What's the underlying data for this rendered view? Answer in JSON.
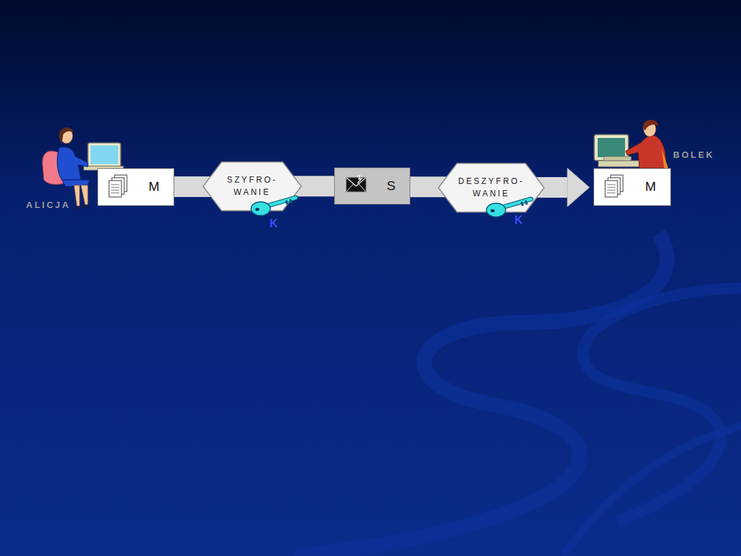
{
  "diagram": {
    "nodes": [
      {
        "text": [
          "M"
        ]
      },
      {
        "text": [
          "SZYFRO- WANIE"
        ]
      },
      {
        "text": [
          "S"
        ]
      },
      {
        "text": [
          "DESZYFRO- WANIE"
        ]
      },
      {
        "text": [
          "M"
        ]
      }
    ],
    "edges": [
      {
        "from": 0,
        "to": 1,
        "arrow": "none"
      },
      {
        "from": 1,
        "to": 2,
        "arrow": "none"
      },
      {
        "from": 2,
        "to": 3,
        "arrow": "none"
      },
      {
        "from": 3,
        "to": 4,
        "arrow": "to"
      }
    ],
    "labels": [
      "ALICJA",
      "BOLEK",
      "K",
      "K"
    ]
  }
}
